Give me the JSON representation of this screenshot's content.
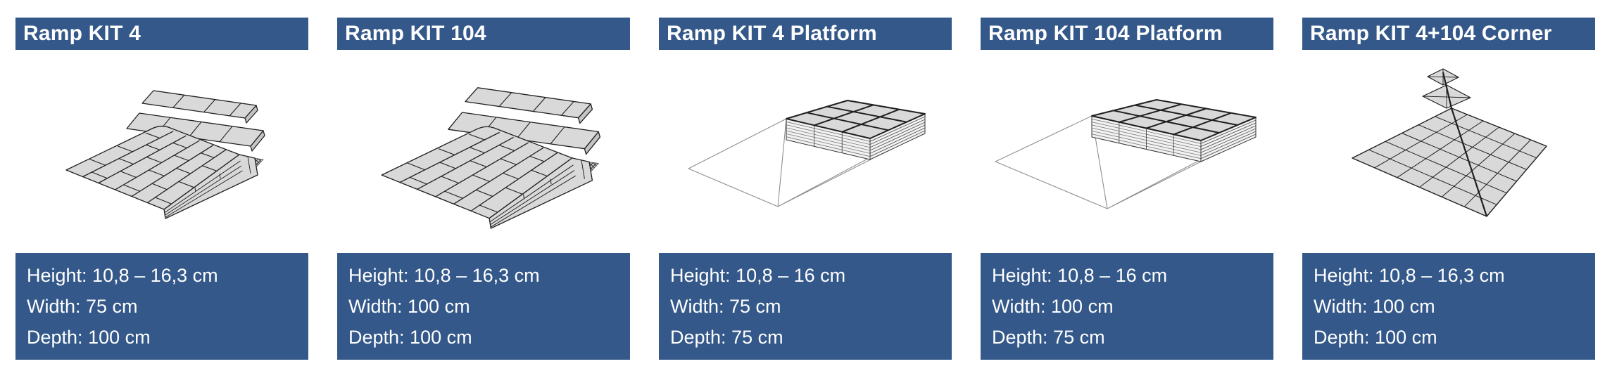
{
  "colors": {
    "accent_blue": "#335889",
    "card_text": "#FFFFFF",
    "drawing_fill": "#D9D9D9",
    "drawing_stroke": "#1F1F1F",
    "wireframe_gray": "#8F8F8F"
  },
  "cards": [
    {
      "title": "Ramp KIT 4",
      "illustration": "exploded-ramp-drawing",
      "specs": [
        "Height: 10,8 – 16,3 cm",
        "Width: 75 cm",
        "Depth: 100 cm"
      ]
    },
    {
      "title": "Ramp KIT 104",
      "illustration": "exploded-ramp-drawing",
      "specs": [
        "Height: 10,8 – 16,3 cm",
        "Width: 100 cm",
        "Depth: 100 cm"
      ]
    },
    {
      "title": "Ramp KIT 4 Platform",
      "illustration": "platform-ramp-drawing",
      "specs": [
        "Height: 10,8 – 16 cm",
        "Width: 75 cm",
        "Depth: 75 cm"
      ]
    },
    {
      "title": "Ramp KIT 104 Platform",
      "illustration": "platform-ramp-drawing",
      "specs": [
        "Height: 10,8 – 16 cm",
        "Width: 100 cm",
        "Depth: 75 cm"
      ]
    },
    {
      "title": "Ramp KIT 4+104 Corner",
      "illustration": "corner-ramp-drawing",
      "specs": [
        "Height: 10,8 – 16,3 cm",
        "Width: 100 cm",
        "Depth: 100 cm"
      ]
    }
  ]
}
